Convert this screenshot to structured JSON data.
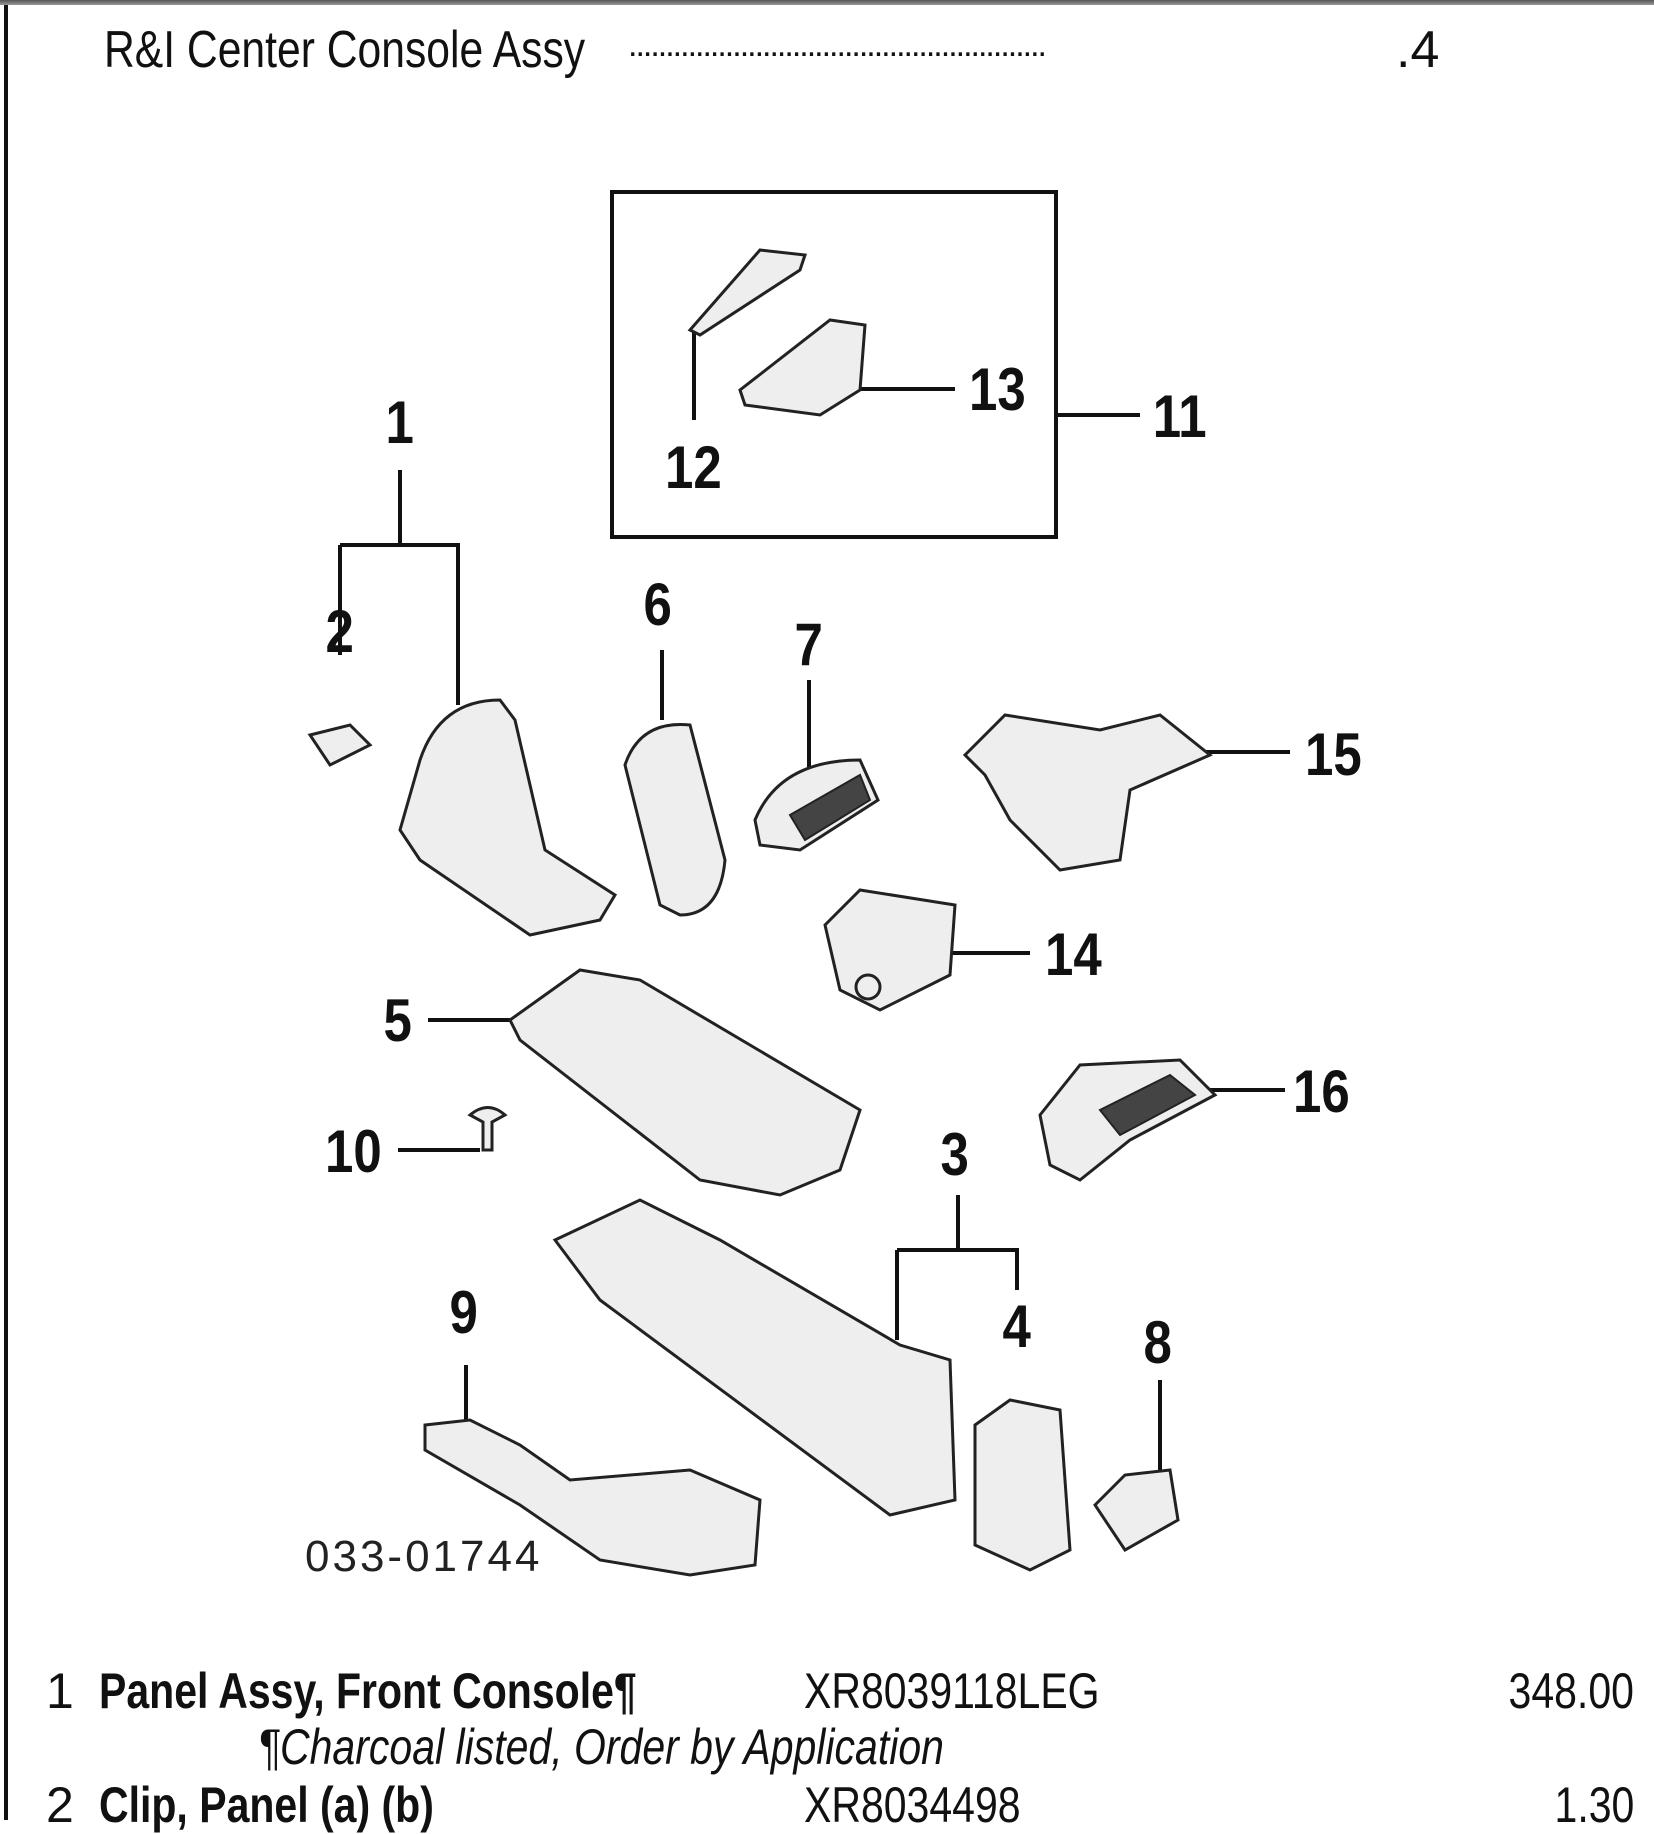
{
  "header": {
    "title": "R&I Center Console Assy",
    "leader": "........................................................",
    "value": ".4"
  },
  "diagram": {
    "figure_id": "033-01744",
    "callouts": [
      "1",
      "2",
      "3",
      "4",
      "5",
      "6",
      "7",
      "8",
      "9",
      "10",
      "11",
      "12",
      "13",
      "14",
      "15",
      "16"
    ]
  },
  "parts": [
    {
      "num": "1",
      "desc": "Panel Assy, Front Console¶",
      "part_no": "XR8039118LEG",
      "price": "348.00",
      "note": "¶Charcoal listed, Order by Application"
    },
    {
      "num": "2",
      "desc": "Clip, Panel (a) (b)",
      "part_no": "XR8034498",
      "price": "1.30"
    }
  ]
}
